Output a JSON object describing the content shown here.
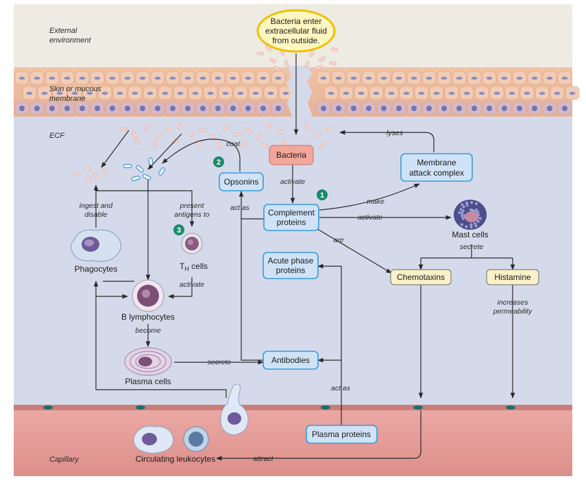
{
  "zones": {
    "external": [
      "External",
      "environment"
    ],
    "skin": [
      "Skin or mucous",
      "membrane"
    ],
    "ecf": "ECF",
    "capillary": "Capillary"
  },
  "boxes": {
    "bacteria_enter": [
      "Bacteria enter",
      "extracellular fluid",
      "from outside."
    ],
    "bacteria": "Bacteria",
    "opsonins": "Opsonins",
    "complement": [
      "Complement",
      "proteins"
    ],
    "mac": [
      "Membrane",
      "attack complex"
    ],
    "acute": [
      "Acute phase",
      "proteins"
    ],
    "antibodies": "Antibodies",
    "plasma_proteins": "Plasma proteins",
    "chemotaxins": "Chemotaxins",
    "histamine": "Histamine"
  },
  "cells": {
    "phagocytes": "Phagocytes",
    "th_main": "T",
    "th_sub": "H",
    "th_rest": " cells",
    "b_lymph": "B lymphocytes",
    "plasma_cells": "Plasma cells",
    "mast_cells": "Mast cells",
    "leukocytes": "Circulating leukocytes"
  },
  "verbs": {
    "lyses": "lyses",
    "coat": "coat",
    "activate_bact": "activate",
    "make": "make",
    "activate_mast": "activate",
    "are": "are",
    "act_as_ops": "act as",
    "act_as_plasma": "act as",
    "secrete_mast": "secrete",
    "increases": [
      "increases",
      "permeability"
    ],
    "ingest": [
      "ingest and",
      "disable"
    ],
    "present": [
      "present",
      "antigens to"
    ],
    "activate_th": "activate",
    "become": "become",
    "secrete_ab": "secrete",
    "attract": "attract"
  },
  "steps": [
    "1",
    "2",
    "3"
  ],
  "colors": {
    "external": "#eeebe3",
    "ecf": "#d5daea",
    "skin": "#e8b898",
    "capillary": "#e39a96",
    "box_blue": "#cfe2f6",
    "box_blue_border": "#3a9ad9",
    "box_yellow": "#fbf1c8",
    "box_red": "#f3a79a",
    "step": "#1b8a6b"
  }
}
